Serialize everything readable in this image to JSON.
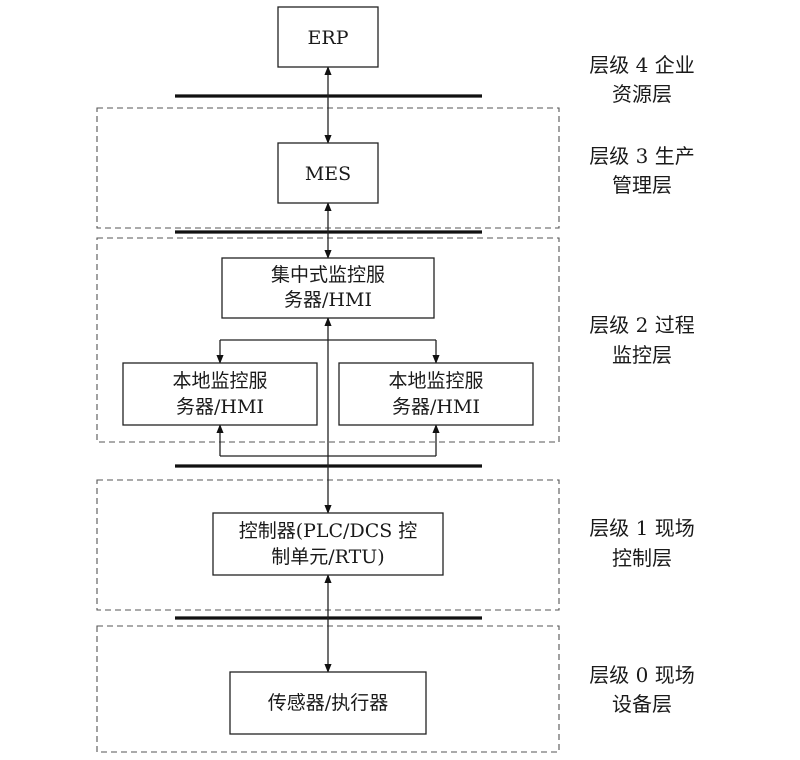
{
  "nodes": {
    "erp": "ERP",
    "mes": "MES",
    "central_server": {
      "line1": "集中式监控服",
      "line2": "务器/HMI"
    },
    "local_server_left": {
      "line1": "本地监控服",
      "line2": "务器/HMI"
    },
    "local_server_right": {
      "line1": "本地监控服",
      "line2": "务器/HMI"
    },
    "controller": {
      "line1": "控制器(PLC/DCS 控",
      "line2": "制单元/RTU)"
    },
    "sensors": "传感器/执行器"
  },
  "levels": [
    {
      "line1": "层级 4 企业",
      "line2": "资源层"
    },
    {
      "line1": "层级 3 生产",
      "line2": "管理层"
    },
    {
      "line1": "层级 2 过程",
      "line2": "监控层"
    },
    {
      "line1": "层级 1 现场",
      "line2": "控制层"
    },
    {
      "line1": "层级 0 现场",
      "line2": "设备层"
    }
  ]
}
